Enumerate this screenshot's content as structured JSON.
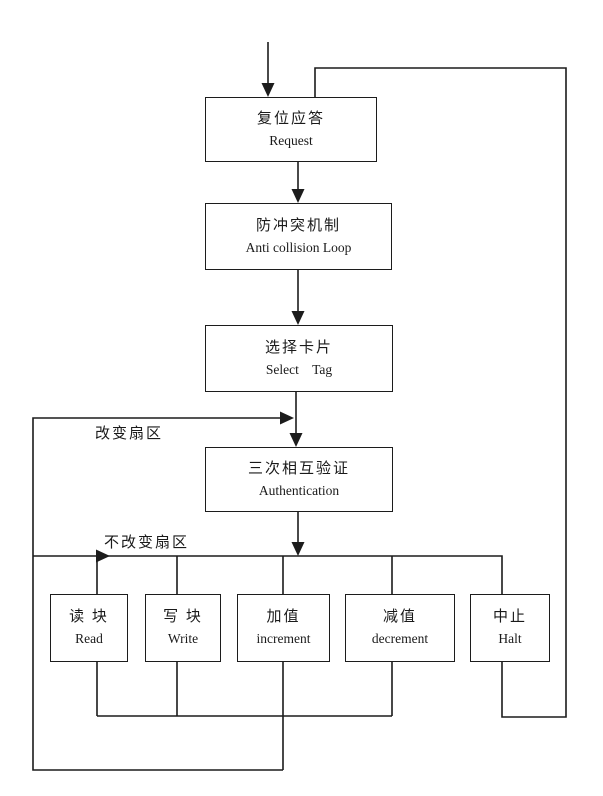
{
  "diagram": {
    "type": "flowchart",
    "colors": {
      "line": "#1c1c1c",
      "text": "#1a1a1a",
      "background": "#ffffff"
    },
    "nodes": [
      {
        "id": "request",
        "zh": "复位应答",
        "en": "Request"
      },
      {
        "id": "anticollision",
        "zh": "防冲突机制",
        "en": "Anti collision Loop"
      },
      {
        "id": "select-tag",
        "zh": "选择卡片",
        "en": "Select    Tag"
      },
      {
        "id": "authentication",
        "zh": "三次相互验证",
        "en": "Authentication"
      },
      {
        "id": "read",
        "zh": "读 块",
        "en": "Read"
      },
      {
        "id": "write",
        "zh": "写 块",
        "en": "Write"
      },
      {
        "id": "increment",
        "zh": "加值",
        "en": "increment"
      },
      {
        "id": "decrement",
        "zh": "减值",
        "en": "decrement"
      },
      {
        "id": "halt",
        "zh": "中止",
        "en": "Halt"
      }
    ],
    "labels": {
      "change_sector": "改变扇区",
      "no_change_sector": "不改变扇区"
    },
    "edges": [
      {
        "from": "start",
        "to": "request"
      },
      {
        "from": "request",
        "to": "anticollision"
      },
      {
        "from": "anticollision",
        "to": "select-tag"
      },
      {
        "from": "select-tag",
        "to": "authentication"
      },
      {
        "from": "authentication",
        "to": "read / write / increment / decrement / halt"
      },
      {
        "from": "read / write / increment / decrement",
        "to": "authentication",
        "label": "改变扇区"
      },
      {
        "from": "read / write / increment / decrement",
        "to": "operation-select-line",
        "label": "不改变扇区"
      },
      {
        "from": "halt",
        "to": "request"
      }
    ]
  }
}
